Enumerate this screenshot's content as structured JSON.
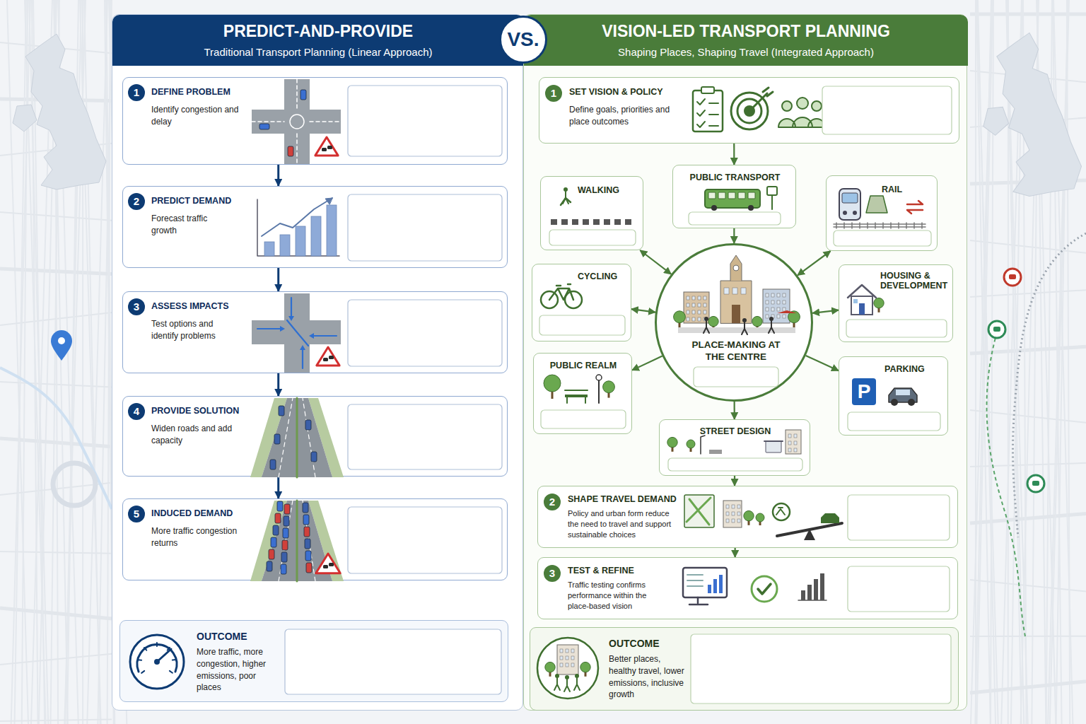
{
  "diagram": {
    "nodes": [
      {
        "text": [
          "PREDICT-AND-PROVIDE",
          "Traditional Transport Planning (Linear Approach)"
        ]
      },
      {
        "text": [
          "1",
          "DEFINE PROBLEM",
          "Identify congestion and delay"
        ],
        "in": 0
      },
      {
        "text": [
          "2",
          "PREDICT DEMAND",
          "Forecast traffic growth"
        ],
        "in": 0
      },
      {
        "text": [
          "3",
          "ASSESS IMPACTS",
          "Test options and identify problems"
        ],
        "in": 0
      },
      {
        "text": [
          "4",
          "PROVIDE SOLUTION",
          "Widen roads and add capacity"
        ],
        "in": 0
      },
      {
        "text": [
          "5",
          "INDUCED DEMAND",
          "More traffic congestion returns"
        ],
        "in": 0
      },
      {
        "text": [
          "OUTCOME",
          "More traffic, more congestion, higher emissions, poor places"
        ],
        "in": 0
      },
      {
        "text": [
          "VS."
        ]
      },
      {
        "text": [
          "VISION-LED TRANSPORT PLANNING",
          "Shaping Places, Shaping Travel (Integrated Approach)"
        ]
      },
      {
        "text": [
          "1",
          "SET VISION & POLICY",
          "Define goals, priorities and place outcomes"
        ],
        "in": 8
      },
      {
        "text": [
          "WALKING"
        ],
        "in": 8
      },
      {
        "text": [
          "PUBLIC TRANSPORT"
        ],
        "in": 8
      },
      {
        "text": [
          "RAIL"
        ],
        "in": 8
      },
      {
        "text": [
          "CYCLING"
        ],
        "in": 8
      },
      {
        "text": [
          "PLACE-MAKING AT THE CENTRE"
        ],
        "in": 8
      },
      {
        "text": [
          "HOUSING & DEVELOPMENT"
        ],
        "in": 8
      },
      {
        "text": [
          "PUBLIC REALM"
        ],
        "in": 8
      },
      {
        "text": [
          "PARKING",
          "P"
        ],
        "in": 8
      },
      {
        "text": [
          "STREET DESIGN"
        ],
        "in": 8
      },
      {
        "text": [
          "2",
          "SHAPE TRAVEL DEMAND",
          "Policy and urban form reduce the need to travel and support sustainable choices"
        ],
        "in": 8
      },
      {
        "text": [
          "3",
          "TEST & REFINE",
          "Traffic testing confirms performance within the place-based vision"
        ],
        "in": 8
      },
      {
        "text": [
          "OUTCOME",
          "Better places, healthy travel, lower emissions, inclusive growth"
        ],
        "in": 8
      }
    ],
    "edges": [
      {
        "from": 1,
        "to": 2,
        "arrow": "to"
      },
      {
        "from": 2,
        "to": 3,
        "arrow": "to"
      },
      {
        "from": 3,
        "to": 4,
        "arrow": "to"
      },
      {
        "from": 4,
        "to": 5,
        "arrow": "to"
      },
      {
        "from": 9,
        "to": 11,
        "arrow": "to"
      },
      {
        "from": 11,
        "to": 14,
        "arrow": "to"
      },
      {
        "from": 14,
        "to": 10,
        "arrow": "both"
      },
      {
        "from": 14,
        "to": 12,
        "arrow": "both"
      },
      {
        "from": 14,
        "to": 13,
        "arrow": "both"
      },
      {
        "from": 14,
        "to": 15,
        "arrow": "both"
      },
      {
        "from": 14,
        "to": 16,
        "arrow": "to"
      },
      {
        "from": 14,
        "to": 17,
        "arrow": "to"
      },
      {
        "from": 14,
        "to": 18,
        "arrow": "to"
      },
      {
        "from": 18,
        "to": 19,
        "arrow": "to"
      },
      {
        "from": 19,
        "to": 20,
        "arrow": "to"
      }
    ]
  }
}
